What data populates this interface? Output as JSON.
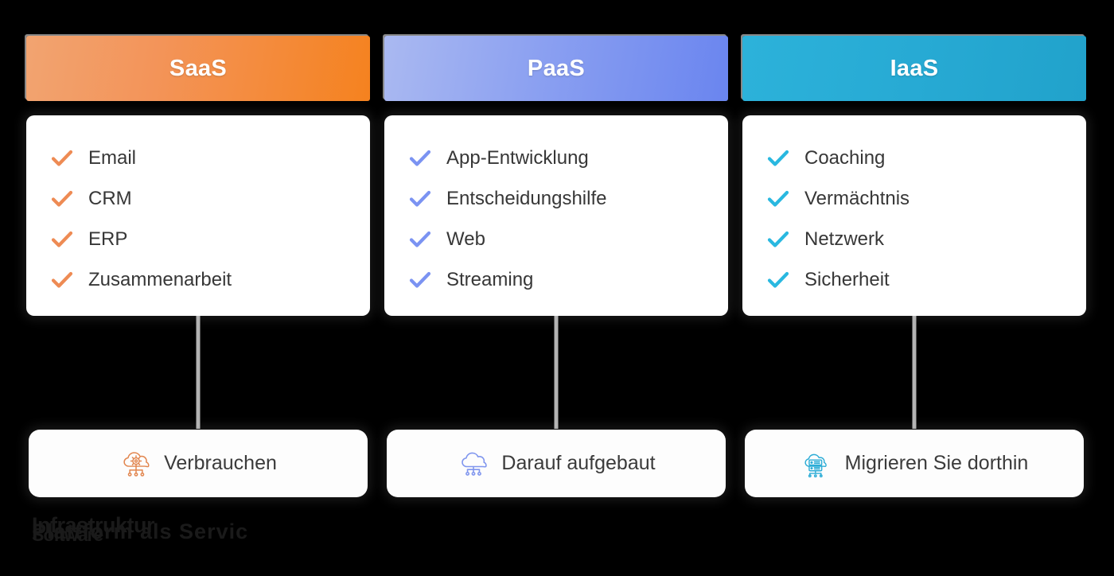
{
  "background_color": "#000000",
  "columns": [
    {
      "id": "saas",
      "header": "SaaS",
      "header_gradient_from": "#F2A471",
      "header_gradient_to": "#F5821F",
      "check_color": "#EE8B54",
      "icon_color": "#E2864F",
      "icon_name": "cloud-gear-network-icon",
      "features": [
        "Email",
        "CRM",
        "ERP",
        "Zusammenarbeit"
      ],
      "action_label": "Verbrauchen"
    },
    {
      "id": "paas",
      "header": "PaaS",
      "header_gradient_from": "#AAB9F1",
      "header_gradient_to": "#6A85EF",
      "check_color": "#7B93F2",
      "icon_color": "#8096EE",
      "icon_name": "cloud-network-icon",
      "features": [
        "App-Entwicklung",
        "Entscheidungshilfe",
        "Web",
        "Streaming"
      ],
      "action_label": "Darauf aufgebaut"
    },
    {
      "id": "iaas",
      "header": "IaaS",
      "header_gradient_from": "#2CB2DA",
      "header_gradient_to": "#21A2CB",
      "check_color": "#29B8E0",
      "icon_color": "#2BACD6",
      "icon_name": "cloud-server-rack-icon",
      "features": [
        "Coaching",
        "Vermächtnis",
        "Netzwerk",
        "Sicherheit"
      ],
      "action_label": "Migrieren Sie dorthin"
    }
  ],
  "caption": {
    "line_1": "Infrastruktur",
    "line_2": "Plattform als Service",
    "line_3": "Software"
  }
}
